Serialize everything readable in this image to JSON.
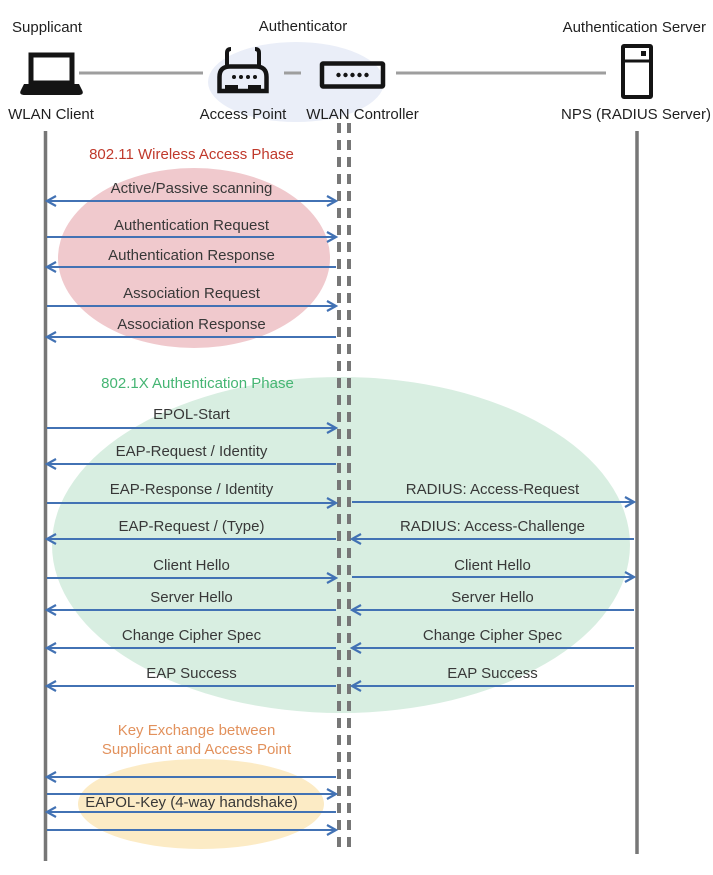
{
  "colors": {
    "arrow": "#4272B4",
    "lifeline": "#777777",
    "connector": "#9E9E9E",
    "text": "#383838",
    "heading": "#1F1F1F",
    "phase1_title": "#C0392B",
    "phase1_fill": "#F0C9CD",
    "phase2_title": "#45B573",
    "phase2_fill": "#D8EEE1",
    "phase3_title": "#E2915C",
    "phase3_fill": "#FCEBC5",
    "authenticator_fill": "#EAEEF8"
  },
  "roles": {
    "supplicant": "Supplicant",
    "authenticator": "Authenticator",
    "authentication_server": "Authentication Server"
  },
  "devices": {
    "wlan_client": "WLAN Client",
    "access_point": "Access Point",
    "wlan_controller": "WLAN Controller",
    "nps": "NPS (RADIUS Server)"
  },
  "phases": {
    "p1": {
      "title": "802.11 Wireless Access Phase"
    },
    "p2": {
      "title": "802.1X Authentication Phase"
    },
    "p3": {
      "title_line1": "Key Exchange between",
      "title_line2": "Supplicant and Access Point"
    }
  },
  "messages": {
    "left": [
      {
        "label": "Active/Passive scanning",
        "direction": "both"
      },
      {
        "label": "Authentication Request",
        "direction": "right"
      },
      {
        "label": "Authentication Response",
        "direction": "left"
      },
      {
        "label": "Association Request",
        "direction": "right"
      },
      {
        "label": "Association Response",
        "direction": "left"
      },
      {
        "label": "EPOL-Start",
        "direction": "right"
      },
      {
        "label": "EAP-Request / Identity",
        "direction": "left"
      },
      {
        "label": "EAP-Response / Identity",
        "direction": "right"
      },
      {
        "label": "EAP-Request / (Type)",
        "direction": "left"
      },
      {
        "label": "Client Hello",
        "direction": "right"
      },
      {
        "label": "Server Hello",
        "direction": "left"
      },
      {
        "label": "Change Cipher Spec",
        "direction": "left"
      },
      {
        "label": "EAP Success",
        "direction": "left"
      },
      {
        "label": "",
        "direction": "left"
      },
      {
        "label": "",
        "direction": "right"
      },
      {
        "label": "EAPOL-Key (4-way handshake)",
        "direction": "left"
      },
      {
        "label": "",
        "direction": "right"
      }
    ],
    "right": [
      {
        "label": "RADIUS: Access-Request",
        "direction": "right"
      },
      {
        "label": "RADIUS: Access-Challenge",
        "direction": "left"
      },
      {
        "label": "Client Hello",
        "direction": "right"
      },
      {
        "label": "Server Hello",
        "direction": "left"
      },
      {
        "label": "Change Cipher Spec",
        "direction": "left"
      },
      {
        "label": "EAP Success",
        "direction": "left"
      }
    ]
  }
}
